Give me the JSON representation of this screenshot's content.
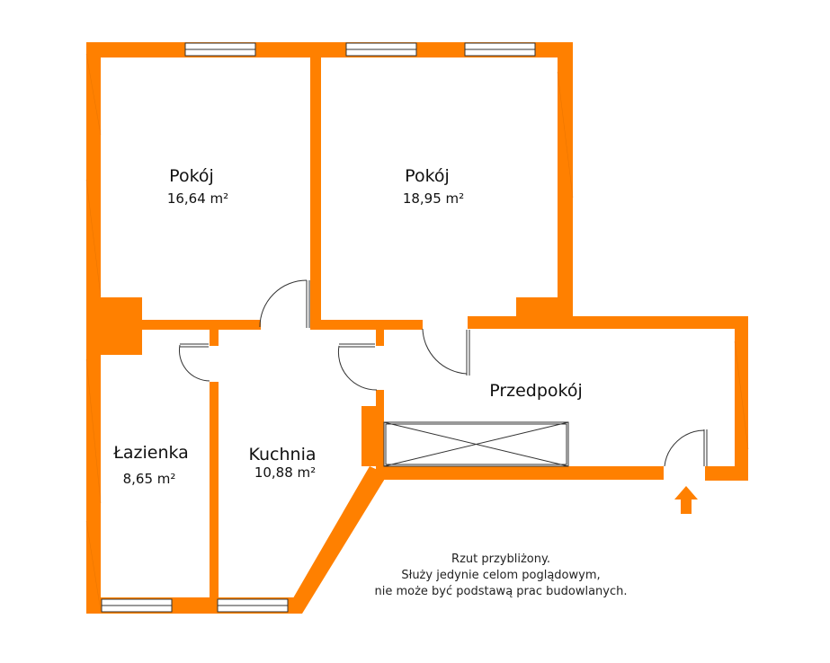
{
  "colors": {
    "wall": "#ff8000",
    "background": "#ffffff",
    "line": "#333333",
    "text": "#111111"
  },
  "rooms": [
    {
      "id": "pokoj-1",
      "name": "Pokój",
      "area": "16,64 m²"
    },
    {
      "id": "pokoj-2",
      "name": "Pokój",
      "area": "18,95 m²"
    },
    {
      "id": "przedpokoj",
      "name": "Przedpokój",
      "area": ""
    },
    {
      "id": "lazienka",
      "name": "Łazienka",
      "area": "8,65 m²"
    },
    {
      "id": "kuchnia",
      "name": "Kuchnia",
      "area": "10,88 m²"
    }
  ],
  "note": {
    "line1": "Rzut przybliżony.",
    "line2": "Służy jedynie celom poglądowym,",
    "line3": "nie może być podstawą prac budowlanych."
  },
  "icons": {
    "entrance": "entrance-arrow-icon",
    "window": "window-icon",
    "door": "door-swing-icon",
    "wardrobe": "wardrobe-icon"
  }
}
